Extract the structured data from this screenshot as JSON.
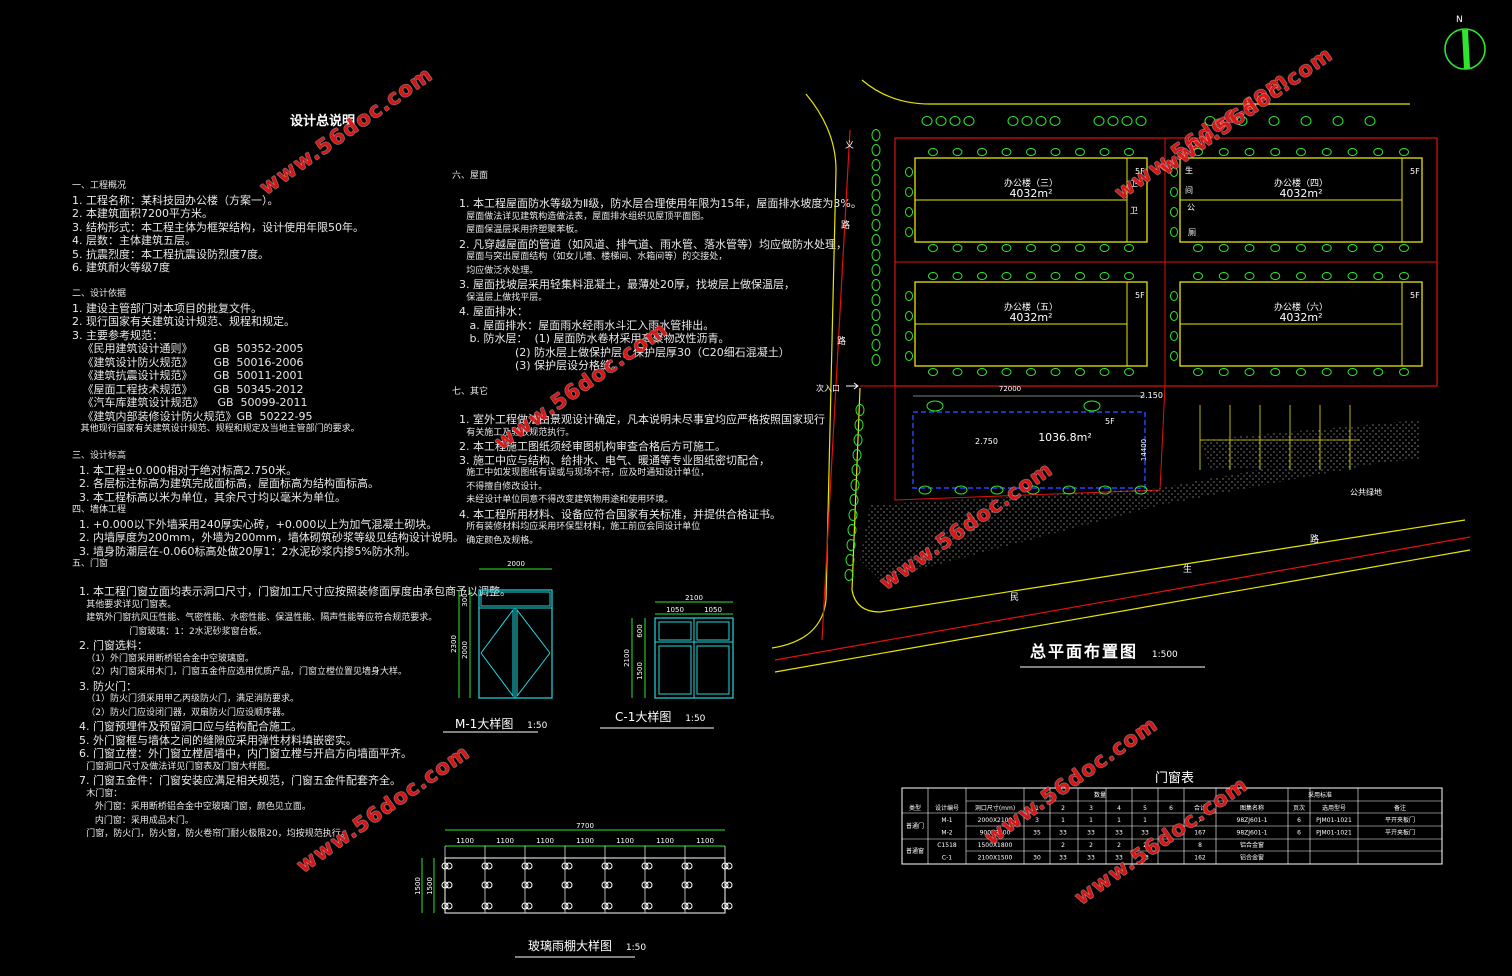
{
  "notes": {
    "title": "设计总说明",
    "col1": [
      {
        "t": "一、工程概况"
      },
      {
        "t": "1. 工程名称：某科技园办公楼（方案一）。",
        "big": true
      },
      {
        "t": "2. 本建筑面积7200平方米。",
        "big": true
      },
      {
        "t": "3. 结构形式：本工程主体为框架结构，设计使用年限50年。",
        "big": true
      },
      {
        "t": "4. 层数：主体建筑五层。",
        "big": true
      },
      {
        "t": "5. 抗震烈度：本工程抗震设防烈度7度。",
        "big": true
      },
      {
        "t": "6. 建筑耐火等级7度",
        "big": true
      },
      {
        "t": ""
      },
      {
        "t": "二、设计依据"
      },
      {
        "t": "1. 建设主管部门对本项目的批复文件。",
        "big": true
      },
      {
        "t": "2. 现行国家有关建筑设计规范、规程和规定。",
        "big": true
      },
      {
        "t": "3. 主要参考规范：",
        "big": true
      },
      {
        "t": "   《民用建筑设计通则》      GB  50352-2005",
        "big": true
      },
      {
        "t": "   《建筑设计防火规范》      GB  50016-2006",
        "big": true
      },
      {
        "t": "   《建筑抗震设计规范》      GB  50011-2001",
        "big": true
      },
      {
        "t": "   《屋面工程技术规范》      GB  50345-2012",
        "big": true
      },
      {
        "t": "   《汽车库建筑设计规范》    GB  50099-2011",
        "big": true
      },
      {
        "t": "   《建筑内部装修设计防火规范》GB  50222-95",
        "big": true
      },
      {
        "t": "   其他现行国家有关建筑设计规范、规程和规定及当地主管部门的要求。"
      },
      {
        "t": ""
      },
      {
        "t": "三、设计标高"
      },
      {
        "t": "  1. 本工程±0.000相对于绝对标高2.750米。",
        "big": true
      },
      {
        "t": "  2. 各层标注标高为建筑完成面标高，屋面标高为结构面标高。",
        "big": true
      },
      {
        "t": "  3. 本工程标高以米为单位，其余尺寸均以毫米为单位。",
        "big": true
      },
      {
        "t": "四、墙体工程"
      },
      {
        "t": "  1. +0.000以下外墙采用240厚实心砖，+0.000以上为加气混凝土砌块。",
        "big": true
      },
      {
        "t": "  2. 内墙厚度为200mm，外墙为200mm，墙体砌筑砂浆等级见结构设计说明。",
        "big": true
      },
      {
        "t": "  3. 墙身防潮层在-0.060标高处做20厚1：2水泥砂浆内掺5%防水剂。",
        "big": true
      },
      {
        "t": "五、门窗"
      },
      {
        "t": ""
      },
      {
        "t": "  1. 本工程门窗立面均表示洞口尺寸，门窗加工尺寸应按照装修面厚度由承包商予以调整。",
        "big": true
      },
      {
        "t": "     其他要求详见门窗表。"
      },
      {
        "t": "     建筑外门窗抗风压性能、气密性能、水密性能、保温性能、隔声性能等应符合规范要求。"
      },
      {
        "t": "                    门窗玻璃：1：2水泥砂浆窗台板。"
      },
      {
        "t": "  2. 门窗选料：",
        "big": true
      },
      {
        "t": "     （1）外门窗采用断桥铝合金中空玻璃窗。"
      },
      {
        "t": "     （2）内门窗采用木门，门窗五金件应选用优质产品，门窗立樘位置见墙身大样。"
      },
      {
        "t": "  3. 防火门：",
        "big": true
      },
      {
        "t": "     （1）防火门须采用甲乙丙级防火门，满足消防要求。"
      },
      {
        "t": "     （2）防火门应设闭门器，双扇防火门应设顺序器。"
      },
      {
        "t": "  4. 门窗预埋件及预留洞口应与结构配合施工。",
        "big": true
      },
      {
        "t": "  5. 外门窗框与墙体之间的缝隙应采用弹性材料填嵌密实。",
        "big": true
      },
      {
        "t": "  6. 门窗立樘：外门窗立樘居墙中，内门窗立樘与开启方向墙面平齐。",
        "big": true
      },
      {
        "t": "     门窗洞口尺寸及做法详见门窗表及门窗大样图。"
      },
      {
        "t": "  7. 门窗五金件：门窗安装应满足相关规范，门窗五金件配套齐全。",
        "big": true
      },
      {
        "t": "     木门窗："
      },
      {
        "t": "        外门窗：采用断桥铝合金中空玻璃门窗，颜色见立面。"
      },
      {
        "t": "        内门窗：采用成品木门。"
      },
      {
        "t": "     门窗，防火门，防火窗，防火卷帘门耐火极限20，均按规范执行。"
      }
    ],
    "col2": [
      {
        "t": "六、屋面"
      },
      {
        "t": ""
      },
      {
        "t": "  1. 本工程屋面防水等级为Ⅱ级，防水层合理使用年限为15年，屋面排水坡度为3%。",
        "big": true
      },
      {
        "t": "     屋面做法详见建筑构造做法表，屋面排水组织见屋顶平面图。"
      },
      {
        "t": "     屋面保温层采用挤塑聚苯板。"
      },
      {
        "t": "  2. 凡穿越屋面的管道（如风道、排气道、雨水管、落水管等）均应做防水处理，",
        "big": true
      },
      {
        "t": "     屋面与突出屋面结构（如女儿墙、楼梯间、水箱间等）的交接处，"
      },
      {
        "t": "     均应做泛水处理。"
      },
      {
        "t": "  3. 屋面找坡层采用轻集料混凝土，最薄处20厚，找坡层上做保温层，",
        "big": true
      },
      {
        "t": "     保温层上做找平层。"
      },
      {
        "t": "  4. 屋面排水：",
        "big": true
      },
      {
        "t": "     a. 屋面排水：屋面雨水经雨水斗汇入雨水管排出。",
        "big": true
      },
      {
        "t": "     b. 防水层：  (1) 屋面防水卷材采用高聚物改性沥青。",
        "big": true
      },
      {
        "t": "                  (2) 防水层上做保护层，保护层厚30（C20细石混凝土）",
        "big": true
      },
      {
        "t": "                  (3) 保护层设分格缝。",
        "big": true
      },
      {
        "t": ""
      },
      {
        "t": "七、其它"
      },
      {
        "t": ""
      },
      {
        "t": "  1. 室外工程做法由景观设计确定，凡本说明未尽事宜均应严格按照国家现行",
        "big": true
      },
      {
        "t": "     有关施工及验收规范执行。"
      },
      {
        "t": "  2. 本工程施工图纸须经审图机构审查合格后方可施工。",
        "big": true
      },
      {
        "t": "  3. 施工中应与结构、给排水、电气、暖通等专业图纸密切配合，",
        "big": true
      },
      {
        "t": "     施工中如发现图纸有误或与现场不符，应及时通知设计单位，"
      },
      {
        "t": "     不得擅自修改设计。"
      },
      {
        "t": "     未经设计单位同意不得改变建筑物用途和使用环境。"
      },
      {
        "t": "  4. 本工程所用材料、设备应符合国家有关标准，并提供合格证书。",
        "big": true
      },
      {
        "t": "     所有装修材料均应采用环保型材料，施工前应会同设计单位"
      },
      {
        "t": "     确定颜色及规格。"
      }
    ]
  },
  "site": {
    "title": "总平面布置图",
    "scale": "1:500",
    "buildings": [
      {
        "name": "办公楼（三）",
        "area": "4032m²",
        "floors": "5F"
      },
      {
        "name": "办公楼（四）",
        "area": "4032m²",
        "floors": "5F"
      },
      {
        "name": "办公楼（五）",
        "area": "4032m²",
        "floors": "5F"
      },
      {
        "name": "办公楼（六）",
        "area": "4032m²",
        "floors": "5F"
      },
      {
        "name": "",
        "area": "1036.8m²",
        "floors": "5F"
      }
    ],
    "gap_labels": [
      "卫",
      "卫",
      "生",
      "间",
      "公",
      "厕"
    ],
    "road_label_v": [
      "义",
      "路",
      "路"
    ],
    "road_label_h": [
      "民",
      "生",
      "路"
    ],
    "public_green": "公共绿地",
    "entrance": "次入口",
    "dim_width": "72000",
    "dim_depth": "14400",
    "elev_ground": "2.750",
    "elev_top": "2.150",
    "compass": "N"
  },
  "door_m1": {
    "title": "M-1大样图",
    "scale": "1:50",
    "w": "2000",
    "h1": "300",
    "h2": "2000",
    "h": "2300"
  },
  "window_c1": {
    "title": "C-1大样图",
    "scale": "1:50",
    "w": "2100",
    "w1": "1050",
    "w2": "1050",
    "h": "2100",
    "h1": "600",
    "h2": "1500"
  },
  "canopy": {
    "title": "玻璃雨棚大样图",
    "scale": "1:50",
    "total": "7700",
    "spans": [
      "1100",
      "1100",
      "1100",
      "1100",
      "1100",
      "1100",
      "1100"
    ],
    "depth_a": "1500",
    "depth_b": "1500"
  },
  "door_table": {
    "title": "门窗表",
    "headers": [
      "类型",
      "设计编号",
      "洞口尺寸(mm)",
      "数量",
      "",
      "",
      "",
      "",
      "",
      "合计",
      "图集名称",
      "页次",
      "选用型号",
      "备注"
    ],
    "sub_headers": [
      "1",
      "2",
      "3",
      "4",
      "5",
      "6"
    ],
    "group_label": "采用标准",
    "count_label": "数量",
    "rows": [
      {
        "type": "普通门",
        "code": "M-1",
        "size": "2000X2100",
        "n": [
          "3",
          "1",
          "1",
          "1",
          "1",
          ""
        ],
        "total": "7",
        "atlas": "98ZJ601-1",
        "page": "6",
        "model": "PJM01-1021",
        "remark": "平开夹板门"
      },
      {
        "type": "",
        "code": "M-2",
        "size": "900X2100",
        "n": [
          "35",
          "33",
          "33",
          "33",
          "33",
          ""
        ],
        "total": "167",
        "atlas": "98ZJ601-1",
        "page": "6",
        "model": "PJM01-1021",
        "remark": "平开夹板门"
      },
      {
        "type": "普通窗",
        "code": "C1518",
        "size": "1500X1800",
        "n": [
          "",
          "2",
          "2",
          "2",
          "2",
          ""
        ],
        "total": "8",
        "atlas": "铝合金窗",
        "page": "",
        "model": "",
        "remark": ""
      },
      {
        "type": "",
        "code": "C-1",
        "size": "2100X1500",
        "n": [
          "30",
          "33",
          "33",
          "33",
          "33",
          ""
        ],
        "total": "162",
        "atlas": "铝合金窗",
        "page": "",
        "model": "",
        "remark": ""
      }
    ]
  },
  "watermark": "www.56doc.com"
}
